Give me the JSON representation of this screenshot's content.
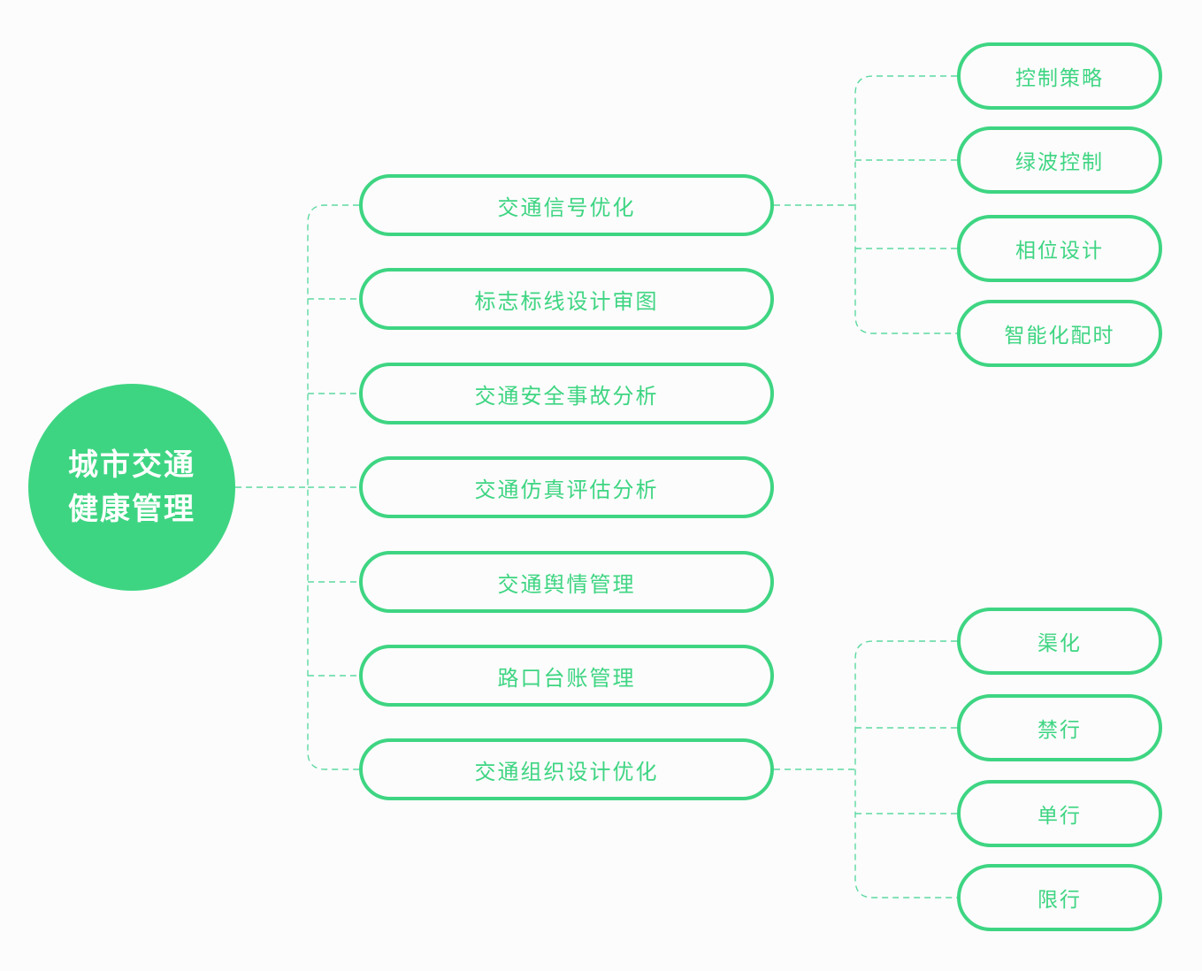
{
  "diagram": {
    "root": {
      "label": "城市交通健康管理",
      "line1": "城市交通",
      "line2": "健康管理"
    },
    "branches": [
      {
        "label": "交通信号优化",
        "children": [
          "控制策略",
          "绿波控制",
          "相位设计",
          "智能化配时"
        ]
      },
      {
        "label": "标志标线设计审图",
        "children": []
      },
      {
        "label": "交通安全事故分析",
        "children": []
      },
      {
        "label": "交通仿真评估分析",
        "children": []
      },
      {
        "label": "交通舆情管理",
        "children": []
      },
      {
        "label": "路口台账管理",
        "children": []
      },
      {
        "label": "交通组织设计优化",
        "children": [
          "渠化",
          "禁行",
          "单行",
          "限行"
        ]
      }
    ]
  },
  "colors": {
    "green": "#3ed582",
    "connector": "#5cd9a0",
    "background": "#fcfcfc",
    "root-text": "#ffffff"
  }
}
